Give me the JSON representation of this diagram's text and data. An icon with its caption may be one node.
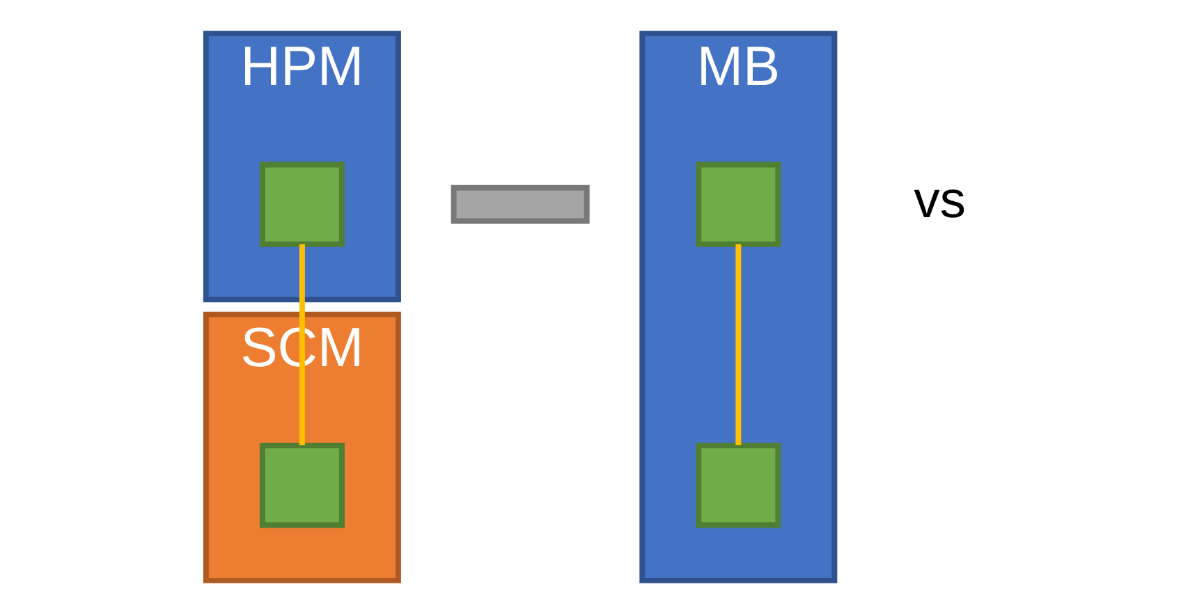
{
  "diagram": {
    "nodes": [
      {
        "text": [
          "HPM"
        ]
      },
      {
        "text": [],
        "shape": "box",
        "in": 0
      },
      {
        "text": [],
        "shape": "bar"
      },
      {
        "text": [
          "SCM"
        ]
      },
      {
        "text": [],
        "shape": "box",
        "in": 3
      },
      {
        "text": [
          "MB"
        ]
      },
      {
        "text": [],
        "shape": "box",
        "in": 5
      },
      {
        "text": [],
        "shape": "box",
        "in": 5
      }
    ],
    "edges": [
      {
        "from": 1,
        "to": 4,
        "arrow": "none"
      },
      {
        "from": 6,
        "to": 7,
        "arrow": "none"
      }
    ],
    "labels": [
      "vs"
    ]
  }
}
